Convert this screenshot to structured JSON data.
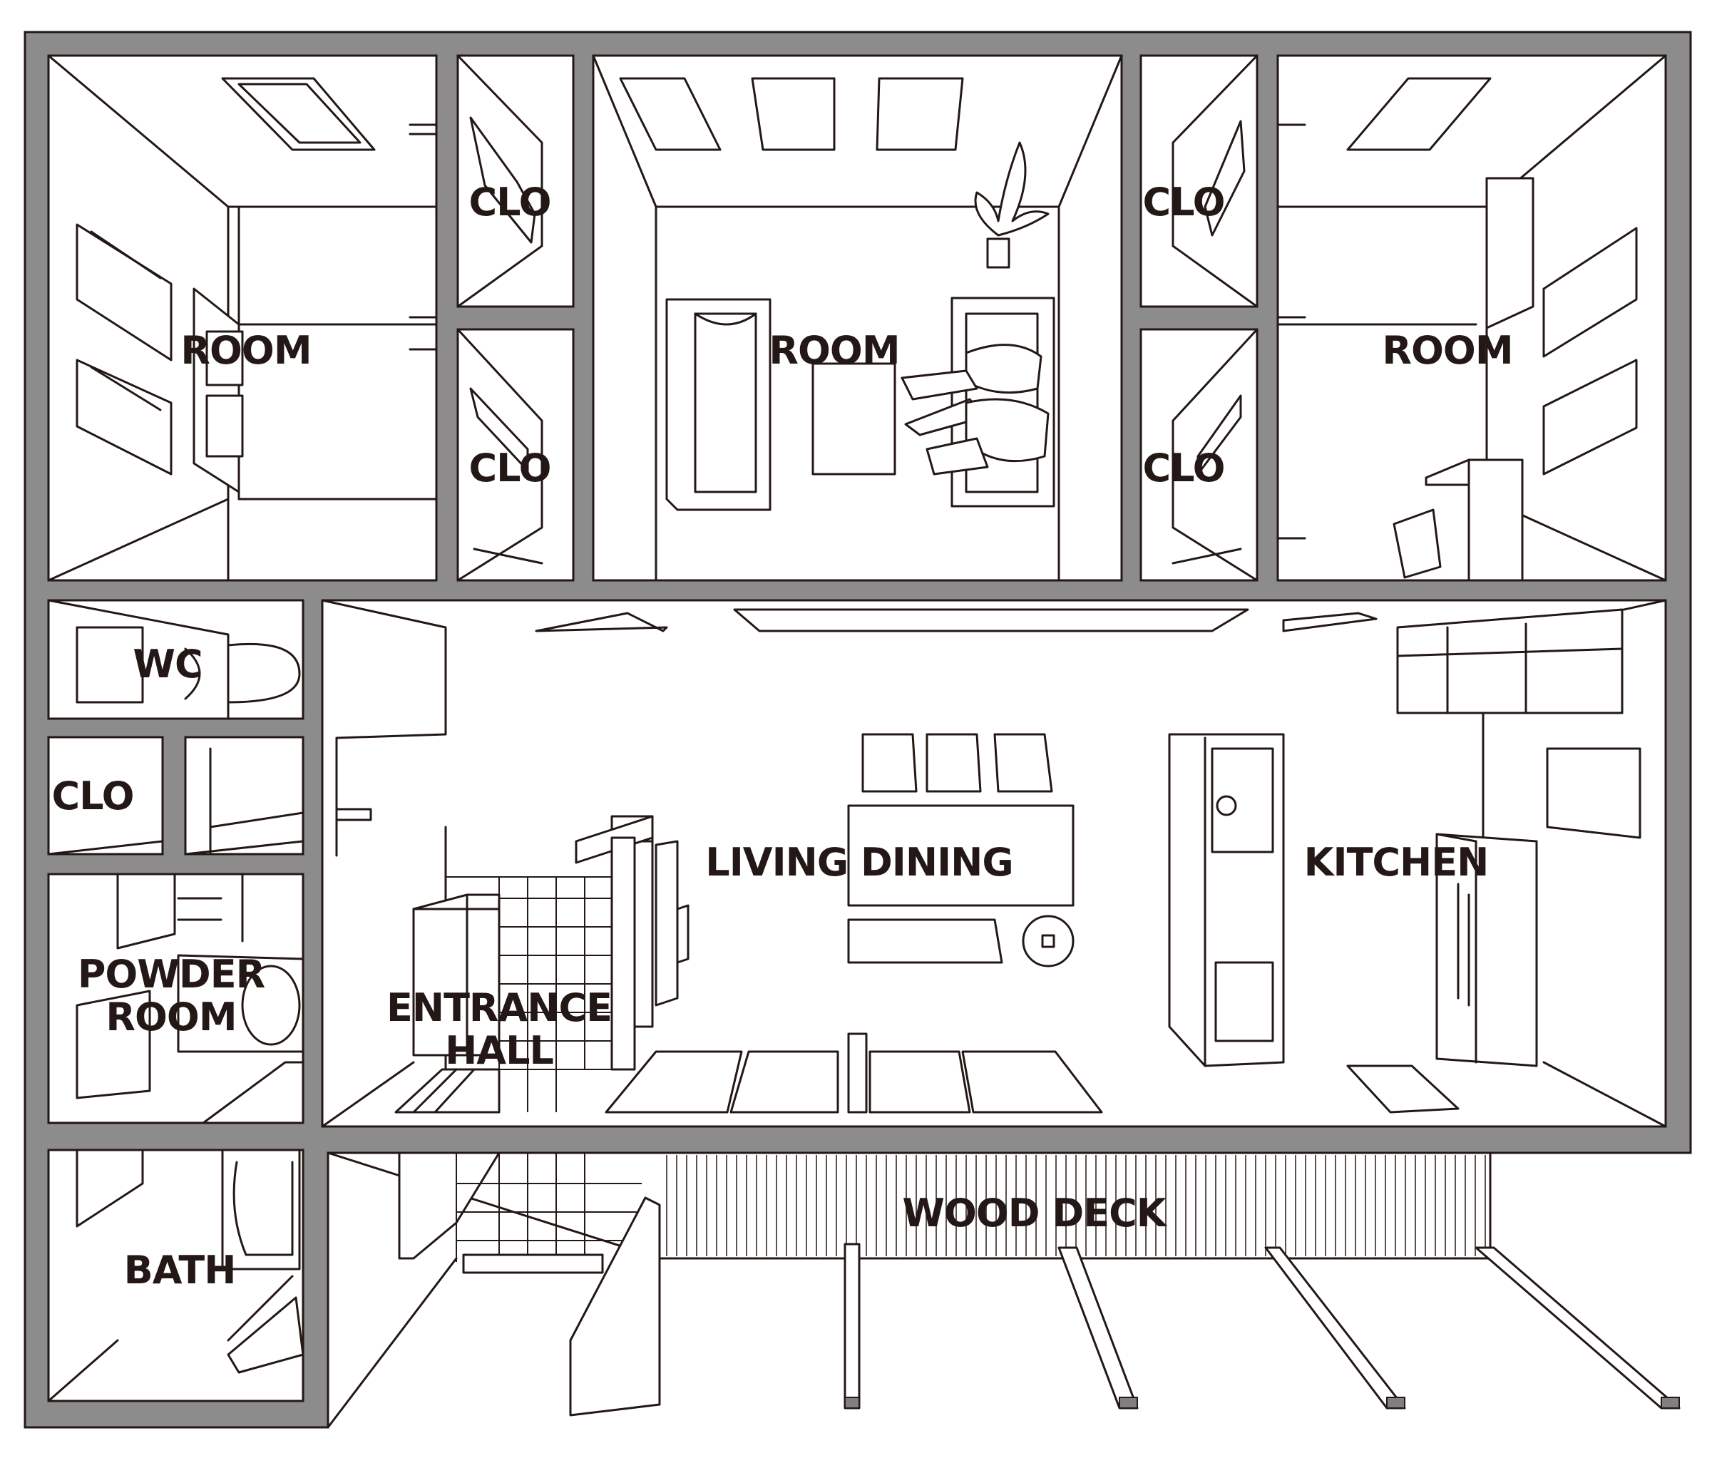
{
  "plan": {
    "labels": {
      "room_left": "ROOM",
      "room_center": "ROOM",
      "room_right": "ROOM",
      "clo_1": "CLO",
      "clo_2": "CLO",
      "clo_3": "CLO",
      "clo_4": "CLO",
      "clo_5": "CLO",
      "wc": "WC",
      "powder_line1": "POWDER",
      "powder_line2": "ROOM",
      "living_dining": "LIVING DINING",
      "kitchen": "KITCHEN",
      "entrance_line1": "ENTRANCE",
      "entrance_line2": "HALL",
      "bath": "BATH",
      "wood_deck": "WOOD DECK"
    },
    "colors": {
      "wall": "#8c8c8c",
      "line": "#231815",
      "background": "#ffffff"
    }
  }
}
